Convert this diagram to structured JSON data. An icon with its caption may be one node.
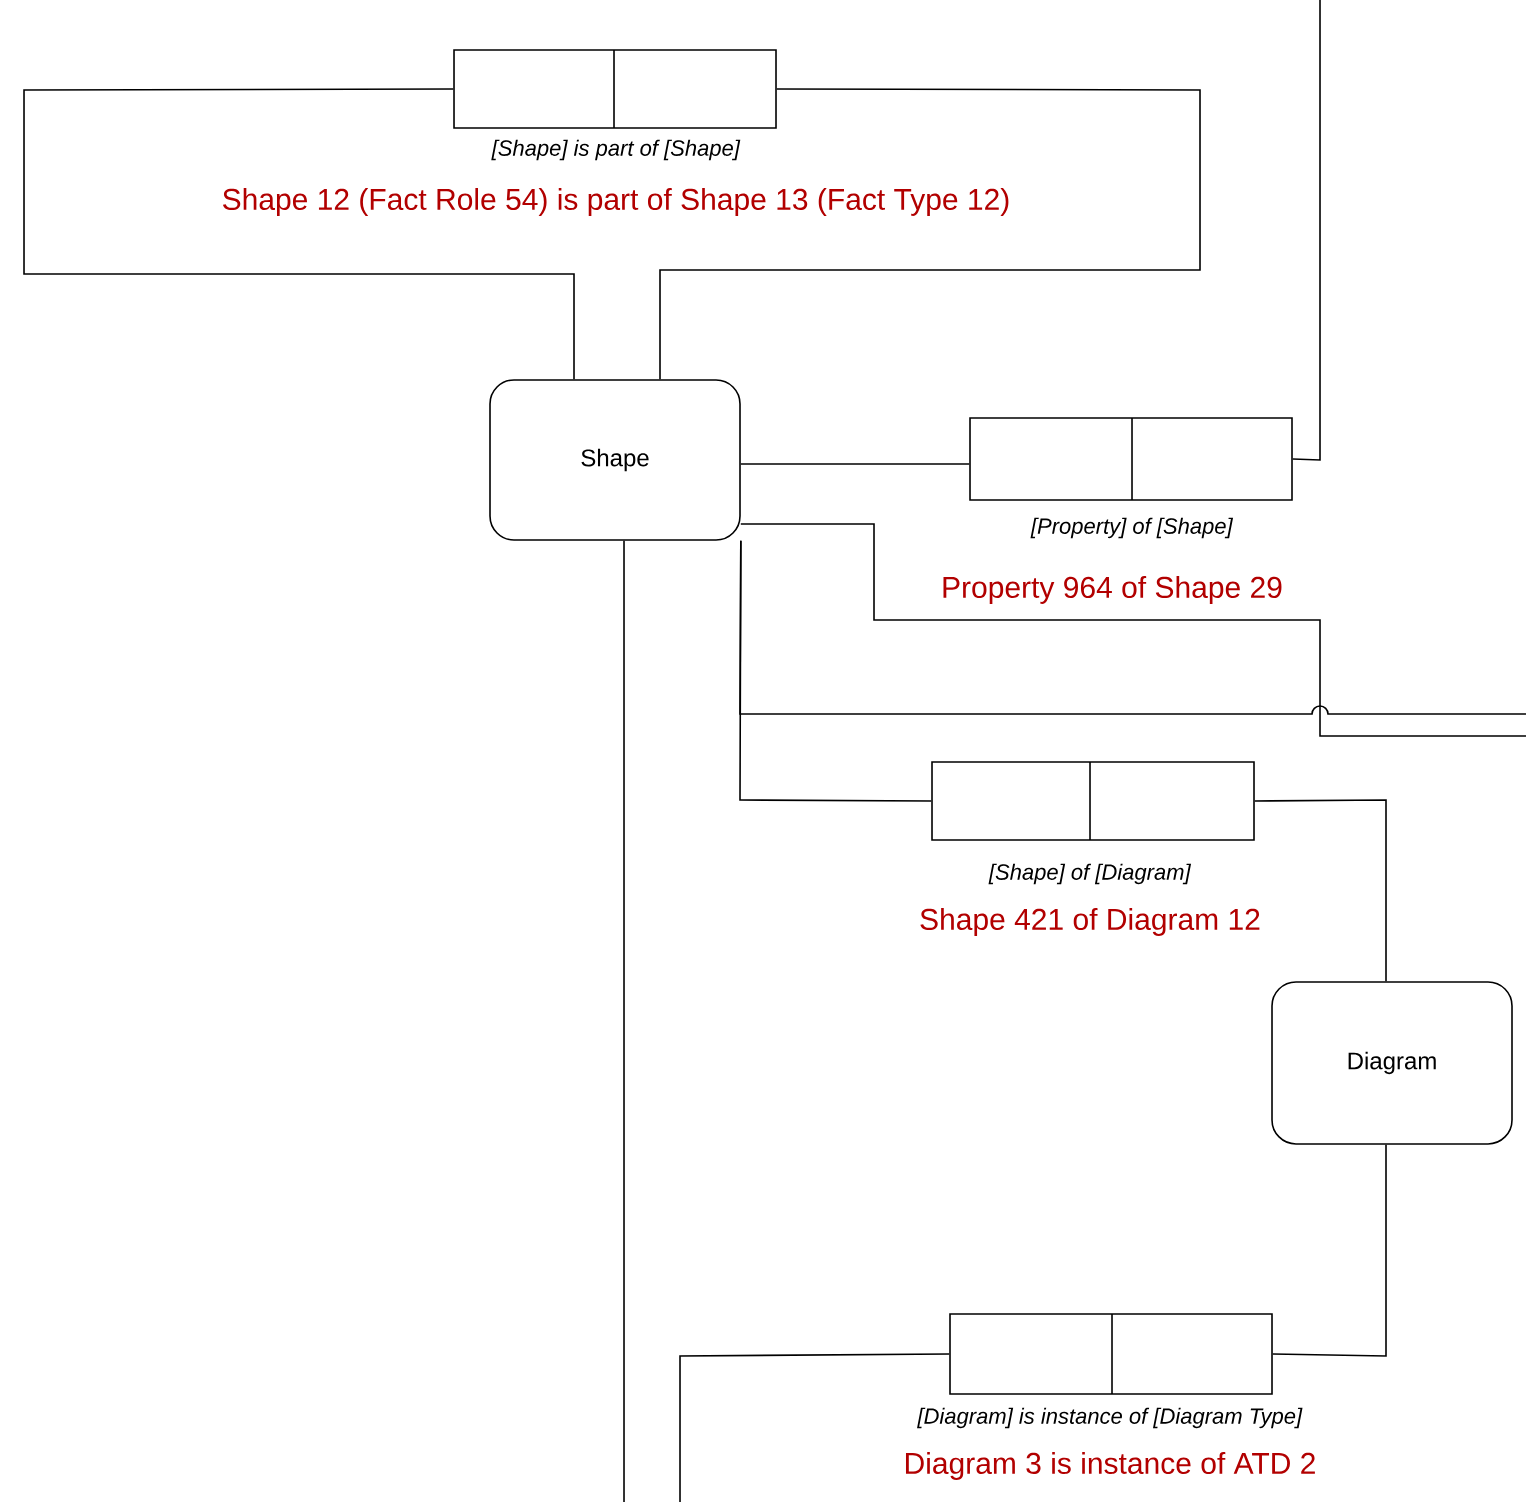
{
  "diagram": {
    "nodes": [
      {
        "text": [],
        "shape": "box",
        "beside": [
          "*[Shape] is part of [Shape]*",
          "Shape 12 (Fact Role 54) is part of Shape 13 (Fact Type 12)"
        ]
      },
      {
        "text": [
          "Shape"
        ]
      },
      {
        "text": [],
        "shape": "box",
        "beside": [
          "*[Property] of [Shape]*",
          "Property 964 of Shape 29"
        ]
      },
      {
        "text": [],
        "shape": "box",
        "beside": [
          "*[Shape] of [Diagram]*",
          "Shape 421 of Diagram 12"
        ]
      },
      {
        "text": [
          "Diagram"
        ]
      },
      {
        "text": [],
        "shape": "box",
        "beside": [
          "*[Diagram] is instance of [Diagram Type]*",
          "Diagram 3 is instance of ATD 2"
        ]
      }
    ],
    "edges": [
      {
        "from": 0,
        "to": 1,
        "arrow": "none"
      },
      {
        "from": 0,
        "to": 1,
        "arrow": "none"
      },
      {
        "from": 1,
        "to": 2,
        "arrow": "none"
      },
      {
        "from": 2,
        "to": null,
        "arrow": "none"
      },
      {
        "from": 1,
        "to": null,
        "arrow": "none"
      },
      {
        "from": 1,
        "to": null,
        "arrow": "none"
      },
      {
        "from": 1,
        "to": 3,
        "arrow": "none"
      },
      {
        "from": 3,
        "to": 4,
        "arrow": "none"
      },
      {
        "from": 4,
        "to": 5,
        "arrow": "none"
      },
      {
        "from": 5,
        "to": null,
        "arrow": "none"
      },
      {
        "from": 1,
        "to": null,
        "arrow": "none"
      }
    ]
  }
}
